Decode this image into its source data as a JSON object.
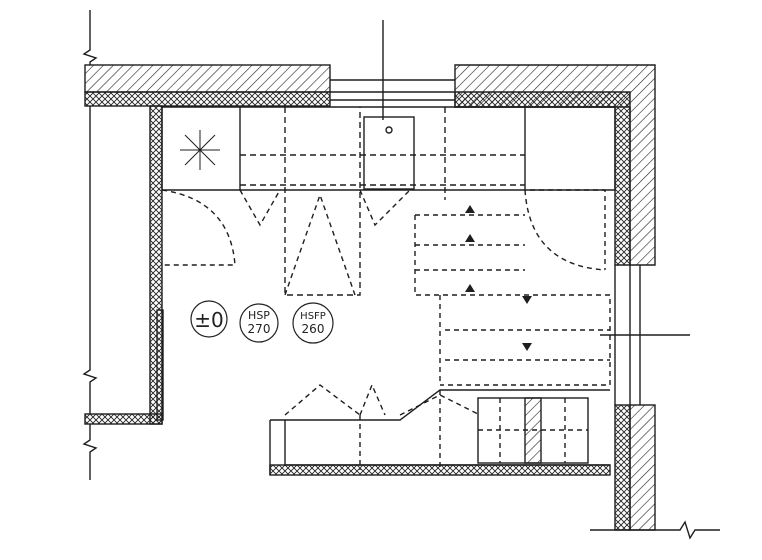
{
  "plan": {
    "level_marker": "±0",
    "ceiling_height": {
      "label": "HSP",
      "value": "270"
    },
    "finished_ceiling_height": {
      "label": "HSFP",
      "value": "260"
    }
  },
  "colors": {
    "ink": "#1e1e1e",
    "paper": "#ffffff"
  }
}
